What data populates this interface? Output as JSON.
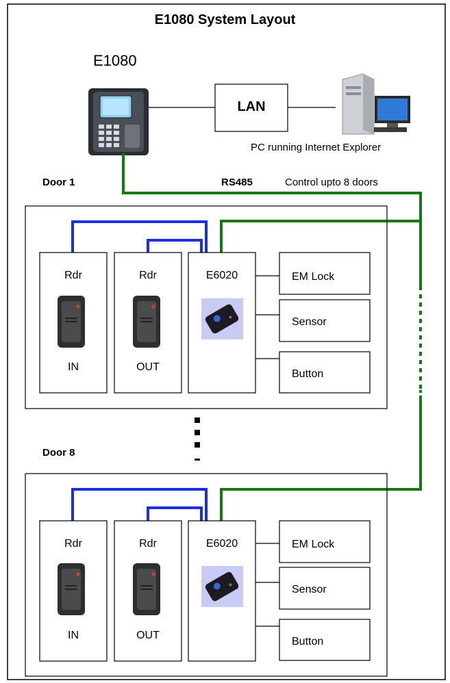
{
  "title": "E1080 System Layout",
  "controller": {
    "name": "E1080"
  },
  "network": {
    "lan_label": "LAN",
    "pc_label": "PC running Internet Explorer"
  },
  "bus": {
    "protocol": "RS485",
    "note": "Control upto 8 doors"
  },
  "doors": [
    {
      "name": "Door 1",
      "readers": [
        {
          "title": "Rdr",
          "direction": "IN"
        },
        {
          "title": "Rdr",
          "direction": "OUT"
        }
      ],
      "controller": "E6020",
      "outputs": [
        "EM Lock",
        "Sensor",
        "Button"
      ]
    },
    {
      "name": "Door 8",
      "readers": [
        {
          "title": "Rdr",
          "direction": "IN"
        },
        {
          "title": "Rdr",
          "direction": "OUT"
        }
      ],
      "controller": "E6020",
      "outputs": [
        "EM Lock",
        "Sensor",
        "Button"
      ]
    }
  ],
  "colors": {
    "rs485_line": "#117a11",
    "reader_wire": "#1c2fe0",
    "frame": "#000000"
  }
}
